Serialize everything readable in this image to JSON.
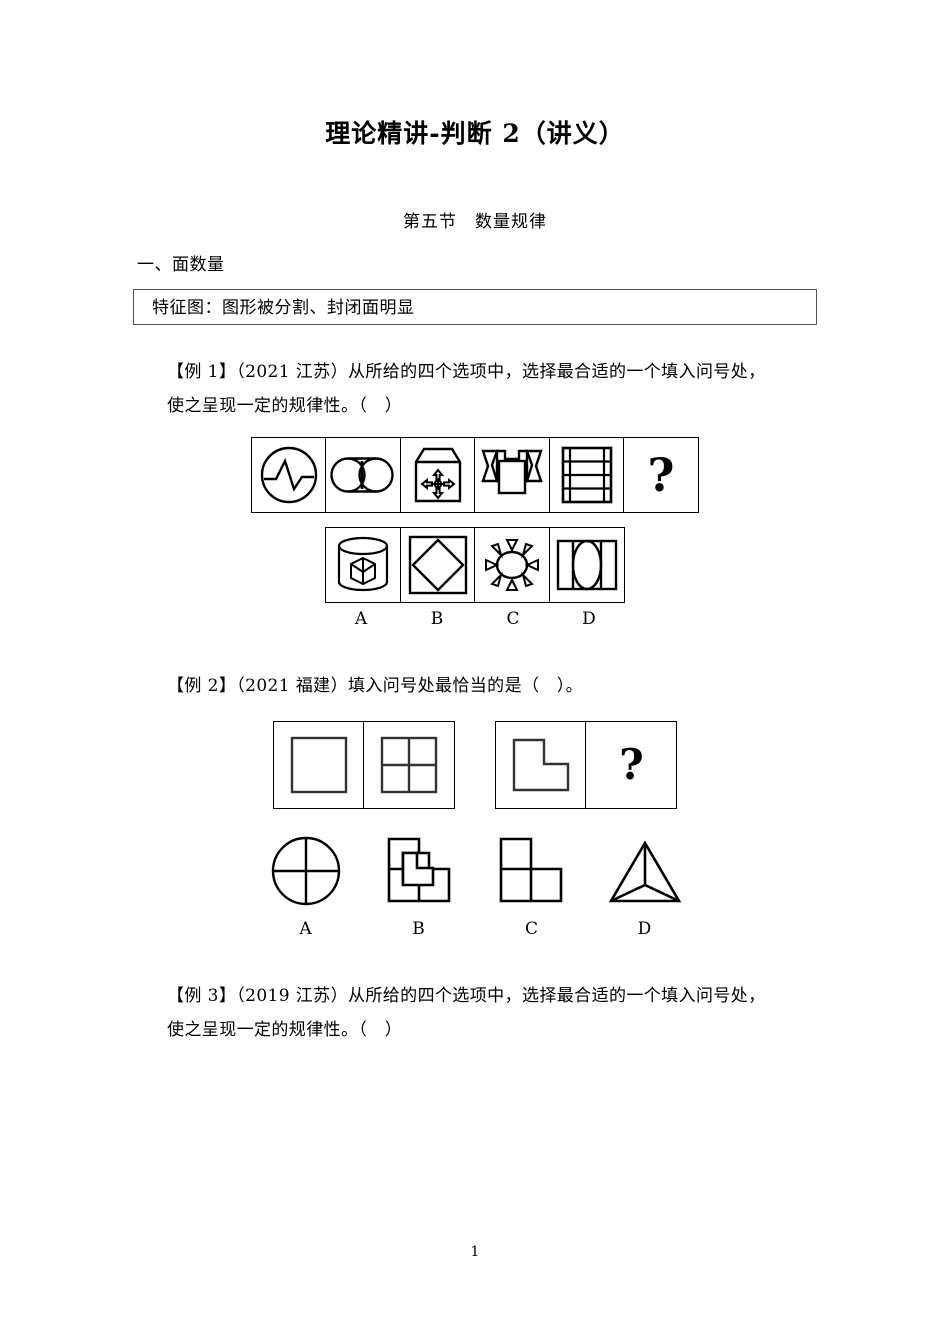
{
  "document": {
    "title": "理论精讲-判断 2（讲义）",
    "page_number": "1"
  },
  "section": {
    "heading": "第五节　数量规律",
    "sub_heading": "一、面数量",
    "feature_box": "特征图：图形被分割、封闭面明显"
  },
  "examples": [
    {
      "id": "example-1",
      "prompt_line1": "【例 1】（2021 江苏）从所给的四个选项中，选择最合适的一个填入问号处，",
      "prompt_line2": "使之呈现一定的规律性。（　）",
      "question_cells": [
        {
          "name": "circle-with-zigzag",
          "label": ""
        },
        {
          "name": "two-touching-circles",
          "label": ""
        },
        {
          "name": "carton-box-with-four-way-arrow",
          "label": ""
        },
        {
          "name": "bowtie-with-square",
          "label": ""
        },
        {
          "name": "ladder-grid-rectangle",
          "label": ""
        },
        {
          "name": "question-mark",
          "label": "?"
        }
      ],
      "option_cells": [
        {
          "name": "cylinder-with-cube",
          "label": "A"
        },
        {
          "name": "square-with-inscribed-diamond",
          "label": "B"
        },
        {
          "name": "sun-with-rays",
          "label": "C"
        },
        {
          "name": "rectangle-with-ellipse-and-bars",
          "label": "D"
        }
      ]
    },
    {
      "id": "example-2",
      "prompt_line1": "【例 2】（2021 福建）填入问号处最恰当的是（　）。",
      "prompt_line2": "",
      "question_group_1": [
        {
          "name": "plain-square",
          "label": ""
        },
        {
          "name": "square-divided-in-four",
          "label": ""
        }
      ],
      "question_group_2": [
        {
          "name": "l-shaped-polygon",
          "label": ""
        },
        {
          "name": "question-mark",
          "label": "?"
        }
      ],
      "option_cells": [
        {
          "name": "circle-with-cross",
          "label": "A"
        },
        {
          "name": "l-tromino-with-inner-l",
          "label": "B"
        },
        {
          "name": "l-tromino-three-squares",
          "label": "C"
        },
        {
          "name": "triangle-with-center-point",
          "label": "D"
        }
      ]
    },
    {
      "id": "example-3",
      "prompt_line1": "【例 3】（2019 江苏）从所给的四个选项中，选择最合适的一个填入问号处，",
      "prompt_line2": "使之呈现一定的规律性。（　）"
    }
  ]
}
